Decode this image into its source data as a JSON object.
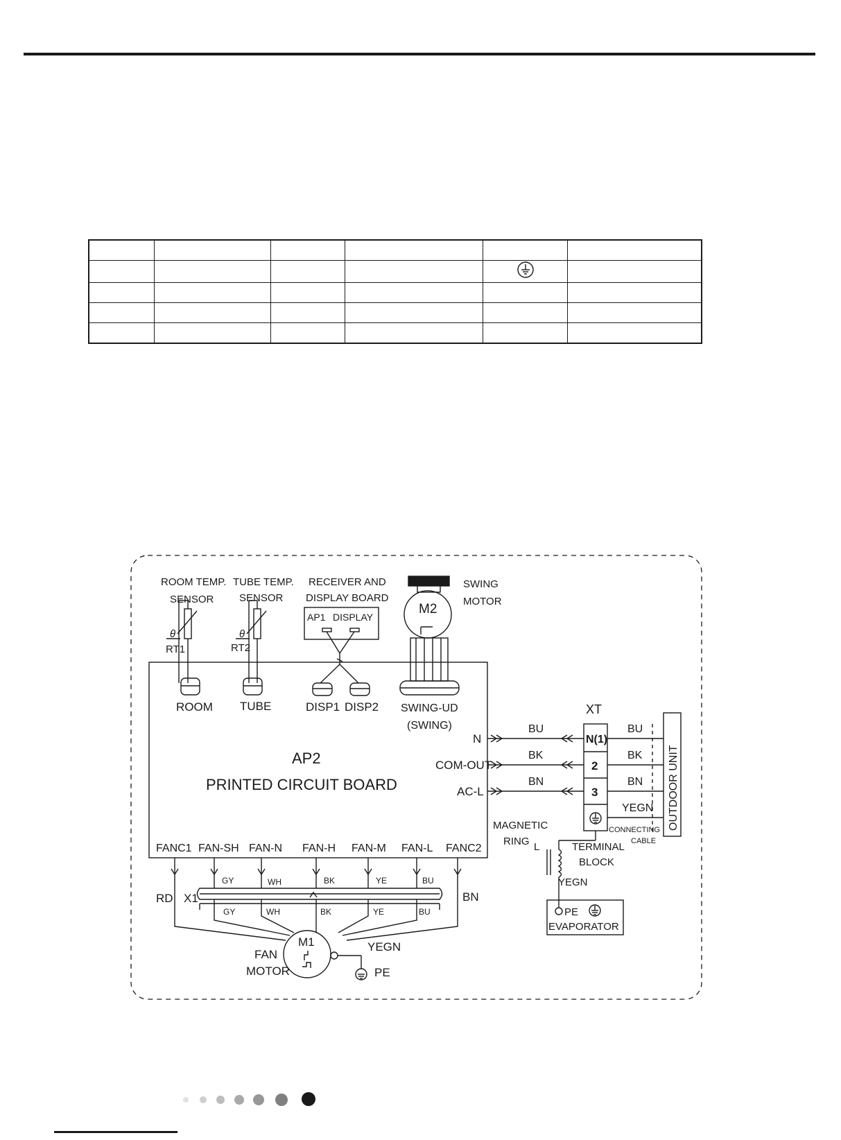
{
  "table": {
    "rows": [
      [
        "",
        "",
        "",
        "",
        "",
        ""
      ],
      [
        "",
        "",
        "",
        "",
        "ground-icon",
        ""
      ],
      [
        "",
        "",
        "",
        "",
        "",
        ""
      ],
      [
        "",
        "",
        "",
        "",
        "",
        ""
      ],
      [
        "",
        "",
        "",
        "",
        "",
        ""
      ],
      [
        "",
        "",
        "",
        "",
        "",
        ""
      ]
    ]
  },
  "diagram": {
    "sensors": {
      "room_title_1": "ROOM    TEMP.",
      "room_title_2": "SENSOR",
      "tube_title_1": "TUBE    TEMP.",
      "tube_title_2": "SENSOR",
      "rt1": "RT1",
      "rt2": "RT2",
      "theta": "θ"
    },
    "display": {
      "title_1": "RECEIVER     AND",
      "title_2": "DISPLAY     BOARD",
      "ap1": "AP1",
      "display": "DISPLAY"
    },
    "swing": {
      "title_1": "SWING",
      "title_2": "MOTOR",
      "m2": "M2"
    },
    "pcb": {
      "ap2": "AP2",
      "name": "PRINTED CIRCUIT BOARD",
      "room": "ROOM",
      "tube": "TUBE",
      "disp1": "DISP1",
      "disp2": "DISP2",
      "swing_ud": "SWING-UD",
      "swing_paren": "(SWING)",
      "n": "N",
      "com_out": "COM-OUT",
      "ac_l": "AC-L",
      "fan_ports": [
        "FANC1",
        "FAN-SH",
        "FAN-N",
        "FAN-H",
        "FAN-M",
        "FAN-L",
        "FANC2"
      ]
    },
    "wires": {
      "bu": "BU",
      "bk": "BK",
      "bn": "BN",
      "yegn": "YEGN",
      "gy": "GY",
      "wh": "WH",
      "ye": "YE",
      "rd": "RD",
      "x1": "X1"
    },
    "terminal": {
      "xt": "XT",
      "n1": "N(1)",
      "t2": "2",
      "t3": "3",
      "block_1": "TERMINAL",
      "block_2": "BLOCK",
      "connecting": "CONNECTING",
      "cable": "CABLE",
      "outdoor": "OUTDOOR UNIT"
    },
    "magnetic": {
      "line_1": "MAGNETIC",
      "line_2": "RING",
      "l": "L"
    },
    "evaporator": {
      "pe": "PE",
      "name": "EVAPORATOR"
    },
    "motor": {
      "m1": "M1",
      "fan": "FAN",
      "motor": "MOTOR",
      "pe": "PE"
    }
  },
  "colors": {
    "ink": "#1a1a1a",
    "dots": [
      "#e2e2e2",
      "#cfcfcf",
      "#bdbdbd",
      "#a9a9a9",
      "#979797",
      "#808080",
      "#1a1a1a"
    ]
  }
}
